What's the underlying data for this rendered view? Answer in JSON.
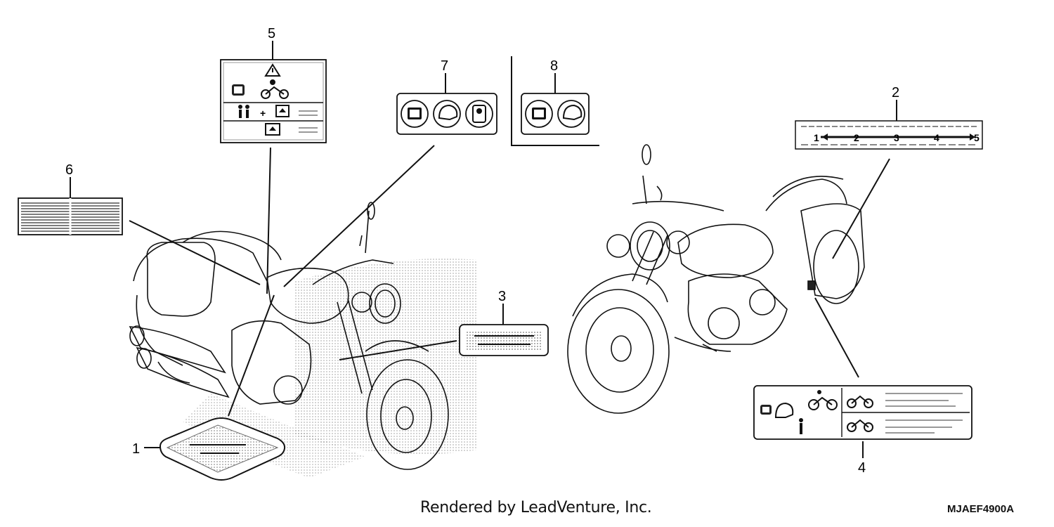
{
  "callouts": [
    {
      "id": "1",
      "text": "1"
    },
    {
      "id": "2",
      "text": "2"
    },
    {
      "id": "3",
      "text": "3"
    },
    {
      "id": "4",
      "text": "4"
    },
    {
      "id": "5",
      "text": "5"
    },
    {
      "id": "6",
      "text": "6"
    },
    {
      "id": "7",
      "text": "7"
    },
    {
      "id": "8",
      "text": "8"
    }
  ],
  "label2_steps": [
    "1",
    "2",
    "3",
    "4",
    "5"
  ],
  "footer": {
    "credit": "Rendered by LeadVenture, Inc.",
    "code": "MJAEF4900A"
  },
  "icons": {
    "warning": "warning-triangle-icon",
    "manual": "owners-manual-icon",
    "helmet": "helmet-icon",
    "rider": "motorcycle-rider-icon",
    "passengers": "passengers-icon",
    "cargo": "cargo-box-icon"
  }
}
